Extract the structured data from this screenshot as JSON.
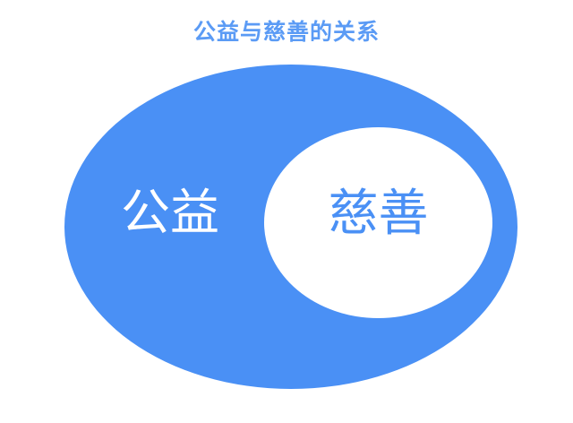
{
  "diagram": {
    "title": "公益与慈善的关系",
    "type": "venn-subset",
    "colors": {
      "accent_blue": "#4a90f5",
      "title_blue": "#5b9bf5",
      "background": "#ffffff",
      "outer_label_text": "#ffffff",
      "inner_label_text": "#4a90f5"
    },
    "sets": {
      "outer": {
        "label": "公益",
        "role": "superset",
        "fill": "#4a90f5",
        "label_color": "#ffffff"
      },
      "inner": {
        "label": "慈善",
        "role": "subset",
        "fill": "#ffffff",
        "label_color": "#4a90f5"
      }
    }
  }
}
